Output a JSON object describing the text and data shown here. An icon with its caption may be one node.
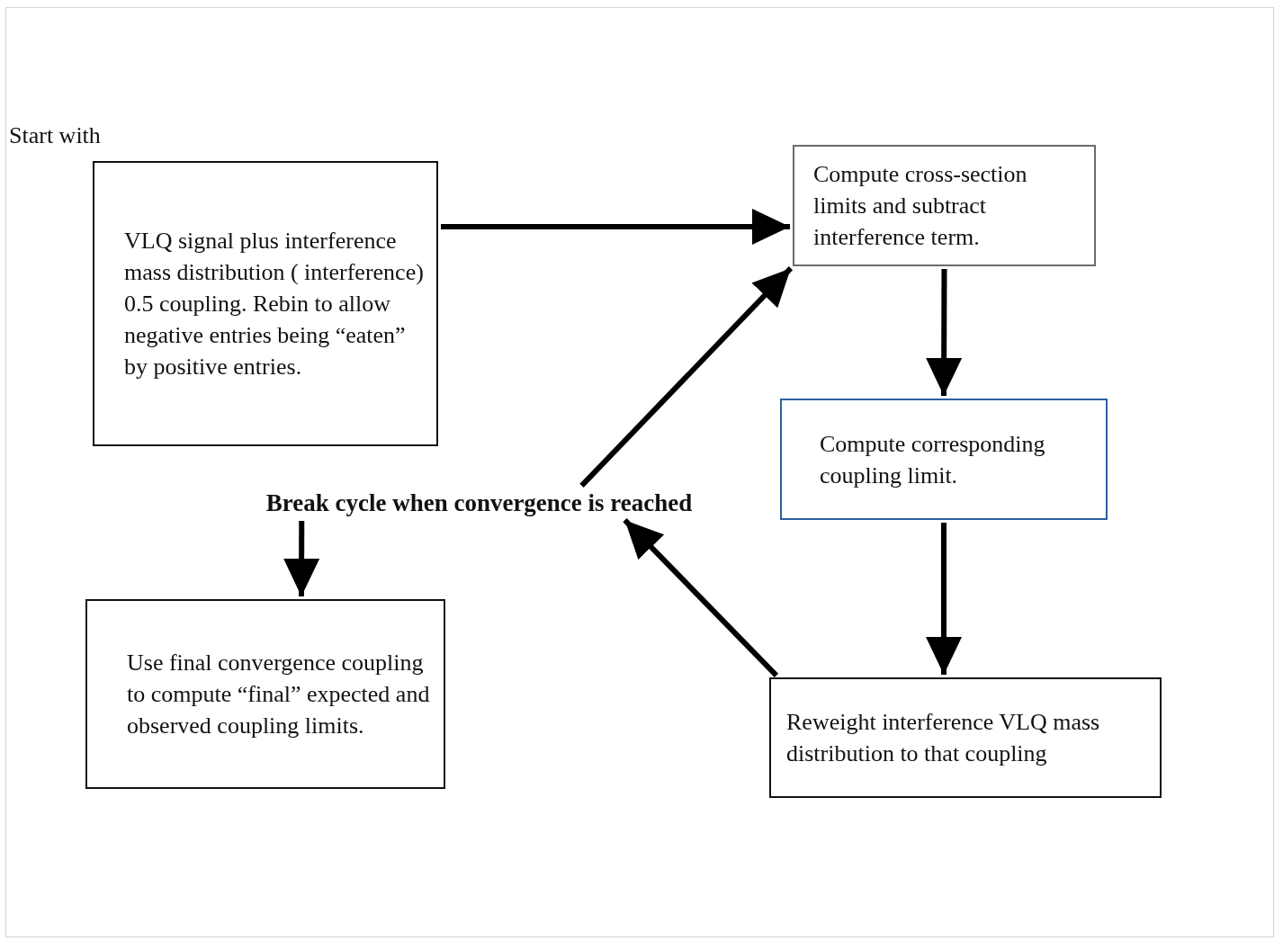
{
  "diagram": {
    "nodes": [
      {
        "text": [
          "VLQ signal plus interference mass distribution ( interference) 0.5 coupling. Rebin to allow negative entries being “eaten” by positive entries."
        ]
      },
      {
        "text": [
          "Compute cross-section limits and subtract interference term."
        ]
      },
      {
        "text": [
          "Compute corresponding coupling limit."
        ]
      },
      {
        "text": [
          "Reweight interference VLQ mass distribution to that coupling"
        ]
      },
      {
        "text": [
          "Break cycle when convergence is reached"
        ]
      },
      {
        "text": [
          "Use final convergence coupling to compute “final” expected and observed coupling limits."
        ]
      }
    ],
    "edges": [
      {
        "from": 0,
        "to": 1,
        "arrow": "to"
      },
      {
        "from": 1,
        "to": 2,
        "arrow": "to"
      },
      {
        "from": 2,
        "to": 3,
        "arrow": "to"
      },
      {
        "from": 3,
        "to": 4,
        "arrow": "to"
      },
      {
        "from": 4,
        "to": 1,
        "arrow": "to"
      },
      {
        "from": 4,
        "to": 5,
        "arrow": "to"
      }
    ],
    "labels": [
      "Start with"
    ]
  }
}
